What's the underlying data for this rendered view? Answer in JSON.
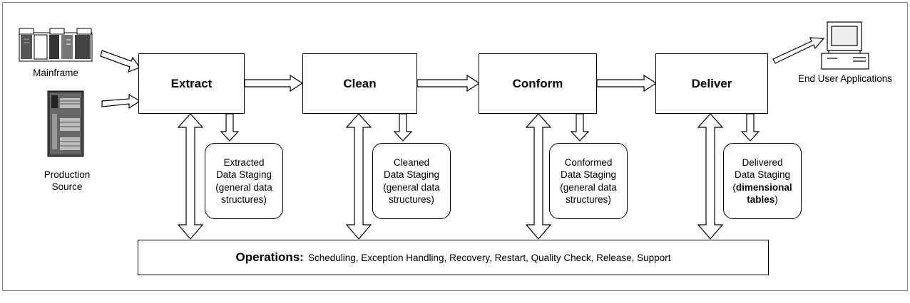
{
  "sources": {
    "mainframe": "Mainframe",
    "production_line1": "Production",
    "production_line2": "Source"
  },
  "steps": {
    "extract": "Extract",
    "clean": "Clean",
    "conform": "Conform",
    "deliver": "Deliver"
  },
  "staging": {
    "extracted": [
      "Extracted",
      "Data Staging",
      "(general data",
      "structures)"
    ],
    "cleaned": [
      "Cleaned",
      "Data Staging",
      "(general data",
      "structures)"
    ],
    "conformed": [
      "Conformed",
      "Data Staging",
      "(general data",
      "structures)"
    ],
    "delivered": {
      "line1": "Delivered",
      "line2": "Data Staging",
      "paren_open": "(",
      "bold1": "dimensional",
      "bold2": "tables",
      "paren_close": ")"
    }
  },
  "end_user": "End User Applications",
  "operations": {
    "title": "Operations:",
    "items": "Scheduling, Exception Handling, Recovery, Restart, Quality Check, Release, Support"
  }
}
